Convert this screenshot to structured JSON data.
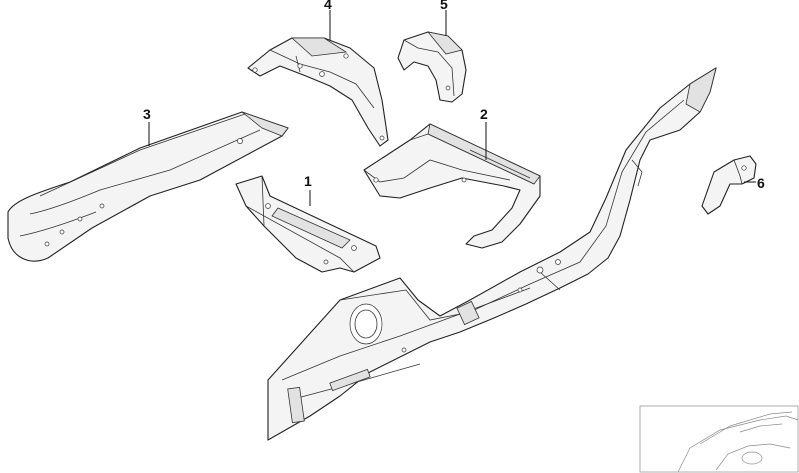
{
  "callouts": [
    {
      "id": "1",
      "label": "1"
    },
    {
      "id": "2",
      "label": "2"
    },
    {
      "id": "3",
      "label": "3"
    },
    {
      "id": "4",
      "label": "4"
    },
    {
      "id": "5",
      "label": "5"
    },
    {
      "id": "6",
      "label": "6"
    }
  ],
  "colors": {
    "line": "#222222",
    "part_fill": "#f4f4f4",
    "background": "#ffffff",
    "thumbnail_line": "#8c8c8c"
  },
  "icons": {
    "thumbnail": "car-silhouette-icon"
  }
}
